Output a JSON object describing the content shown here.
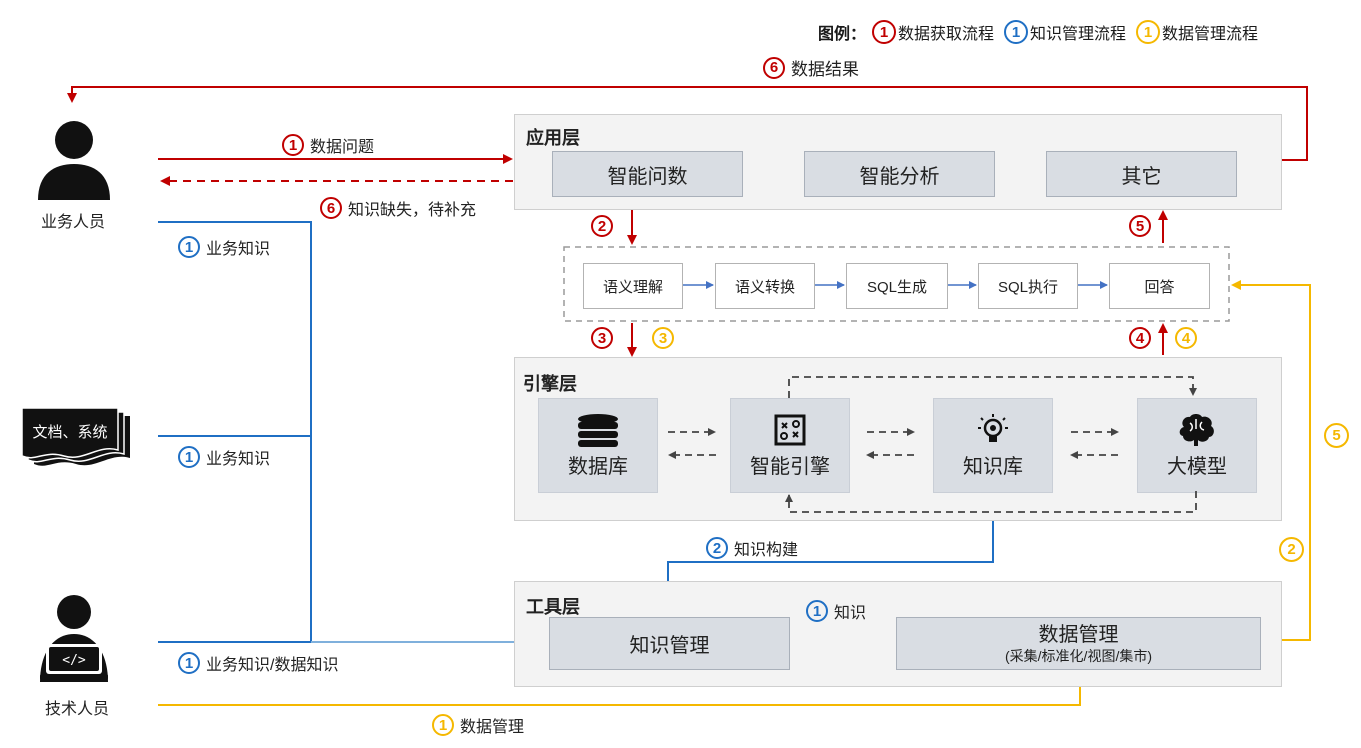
{
  "legend": {
    "title": "图例：",
    "items": [
      {
        "num": "1",
        "label": "数据获取流程",
        "color": "#c00000"
      },
      {
        "num": "1",
        "label": "知识管理流程",
        "color": "#1f6fc4"
      },
      {
        "num": "1",
        "label": "数据管理流程",
        "color": "#f5b800"
      }
    ]
  },
  "actors": {
    "business": "业务人员",
    "docs": "文档、系统",
    "tech": "技术人员"
  },
  "app_layer": {
    "title": "应用层",
    "boxes": [
      "智能问数",
      "智能分析",
      "其它"
    ]
  },
  "pipeline": [
    "语义理解",
    "语义转换",
    "SQL生成",
    "SQL执行",
    "回答"
  ],
  "engine_layer": {
    "title": "引擎层",
    "boxes": [
      {
        "label": "数据库",
        "icon": "database-icon"
      },
      {
        "label": "智能引擎",
        "icon": "engine-icon"
      },
      {
        "label": "知识库",
        "icon": "lightbulb-icon"
      },
      {
        "label": "大模型",
        "icon": "brain-icon"
      }
    ]
  },
  "tool_layer": {
    "title": "工具层",
    "knowledge_mgmt": "知识管理",
    "data_mgmt": "数据管理",
    "data_mgmt_sub": "(采集/标准化/视图/集市)"
  },
  "flows": {
    "data_result": {
      "num": "6",
      "label": "数据结果"
    },
    "data_question": {
      "num": "1",
      "label": "数据问题"
    },
    "knowledge_missing": {
      "num": "6",
      "label": "知识缺失，待补充"
    },
    "biz_knowledge_1": {
      "num": "1",
      "label": "业务知识"
    },
    "biz_knowledge_2": {
      "num": "1",
      "label": "业务知识"
    },
    "biz_data_knowledge": {
      "num": "1",
      "label": "业务知识/数据知识"
    },
    "data_mgmt_flow": {
      "num": "1",
      "label": "数据管理"
    },
    "knowledge_build": {
      "num": "2",
      "label": "知识构建"
    },
    "knowledge": {
      "num": "1",
      "label": "知识"
    },
    "step2_red": "2",
    "step5_red": "5",
    "step3_red": "3",
    "step3_yel": "3",
    "step4_red": "4",
    "step4_yel": "4",
    "right5_yel": "5",
    "right2_yel": "2"
  }
}
